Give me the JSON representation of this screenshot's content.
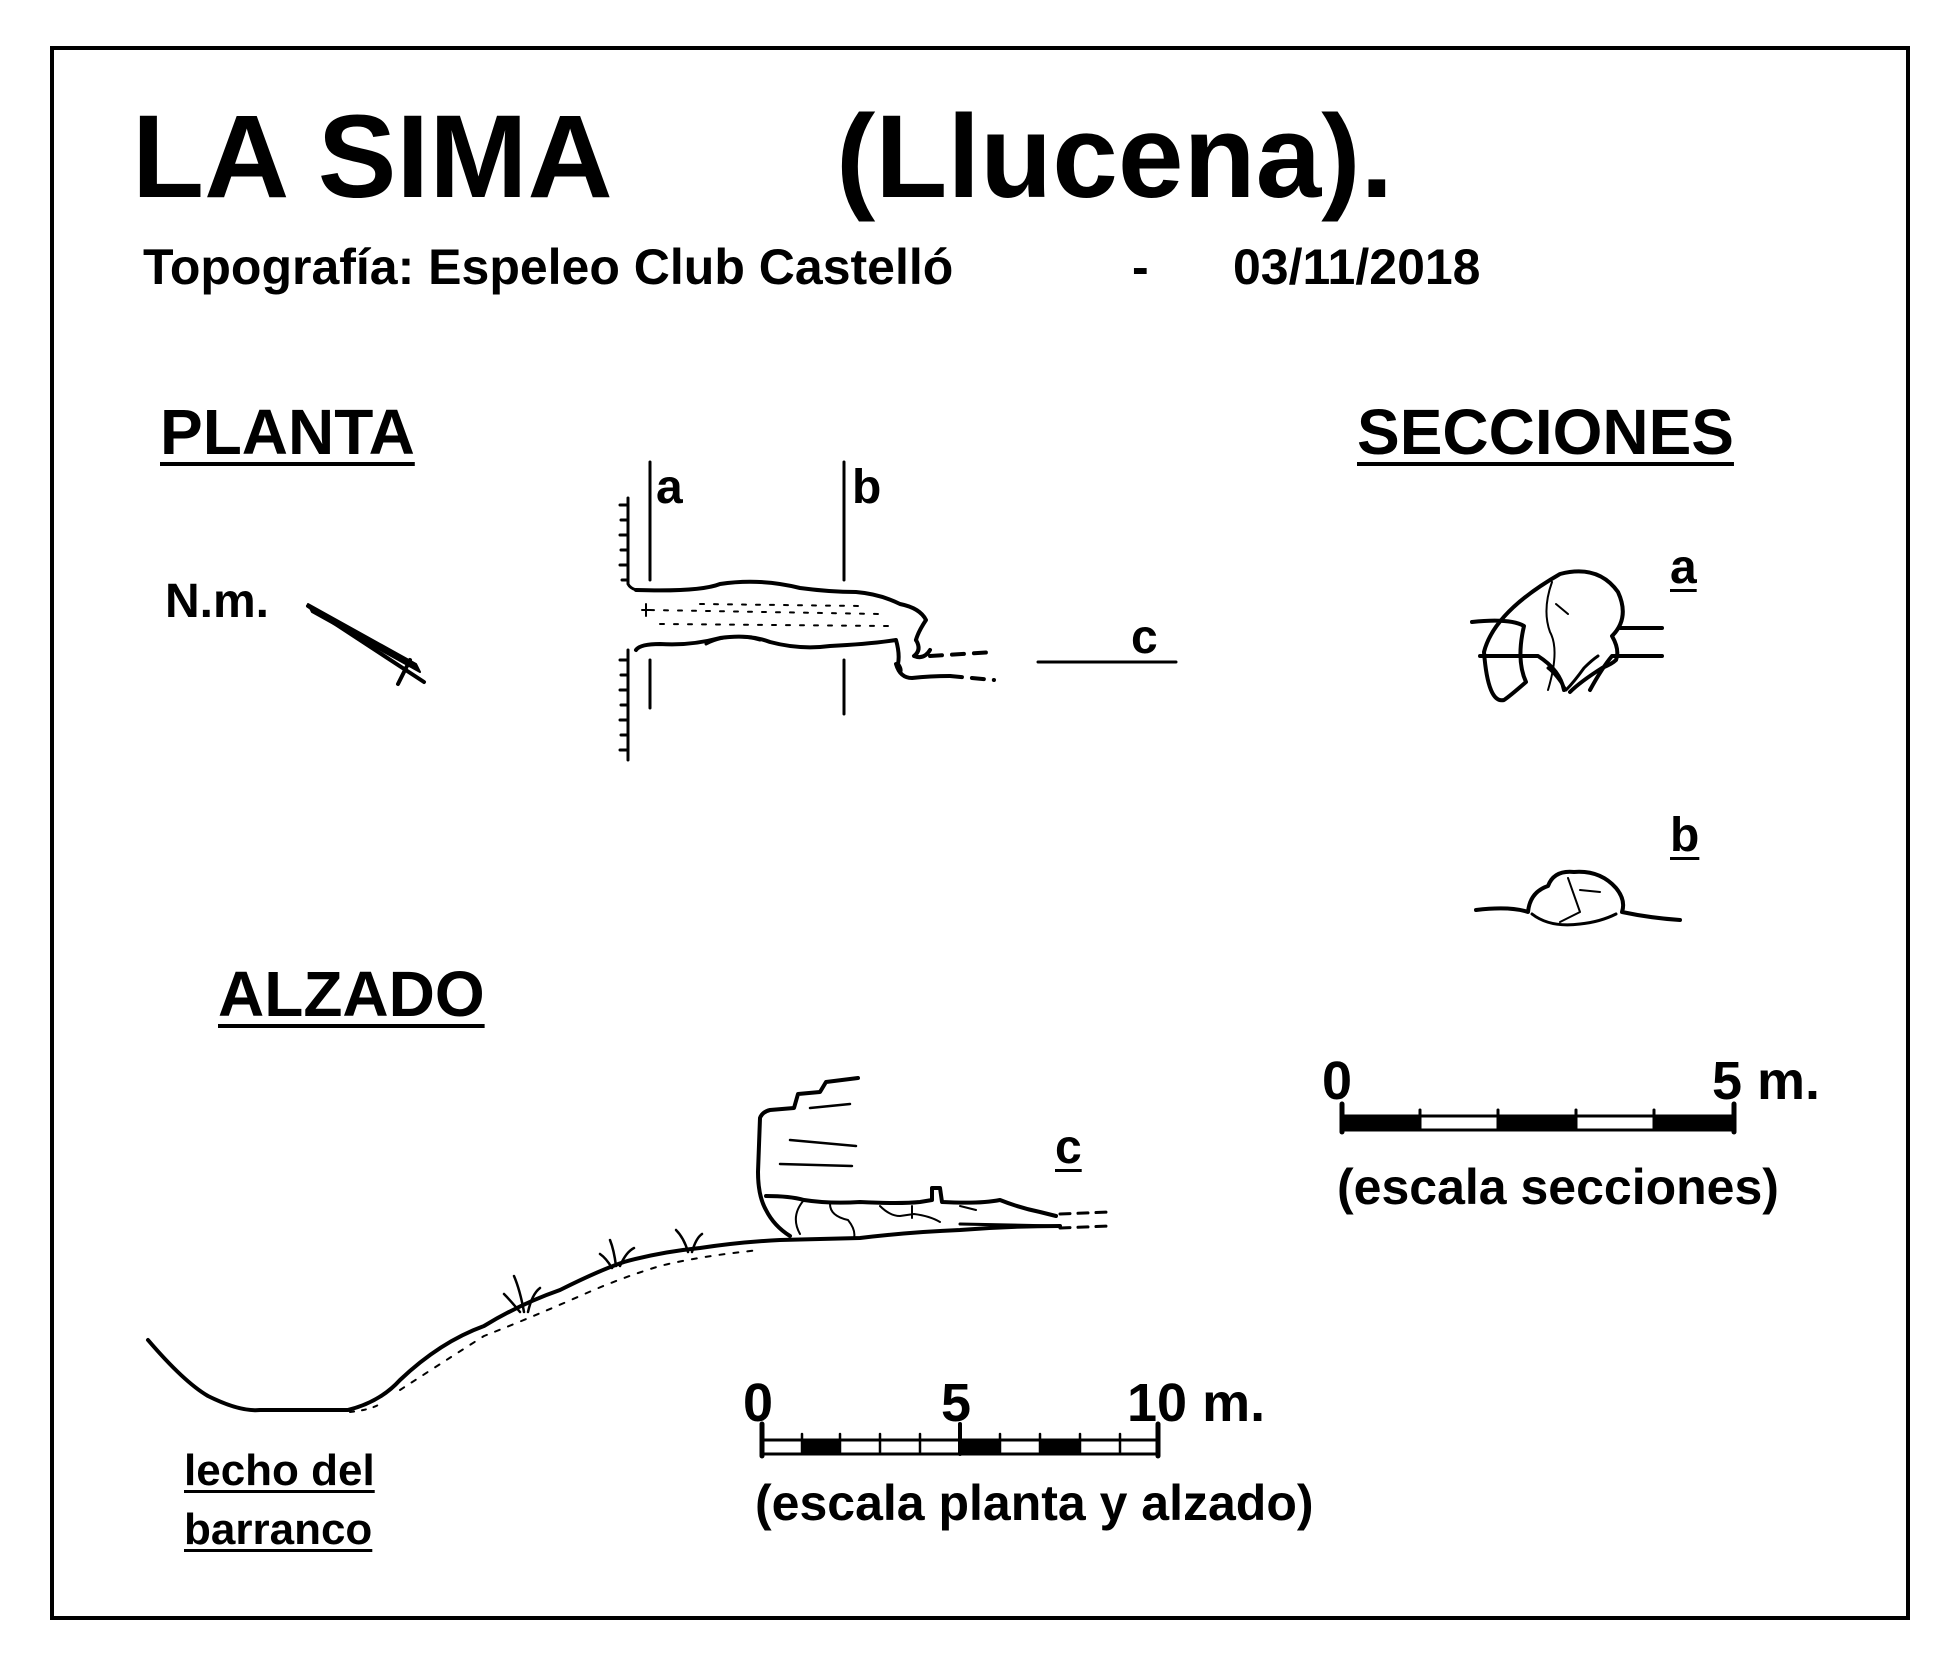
{
  "header": {
    "title_left": "LA  SIMA",
    "title_right": "(Llucena).",
    "credit": "Topografía:  Espeleo Club Castelló",
    "separator": "-",
    "date": "03/11/2018"
  },
  "plan": {
    "heading": "PLANTA",
    "north_label": "N.m.",
    "section_labels": [
      "a",
      "b",
      "c"
    ]
  },
  "sections": {
    "heading": "SECCIONES",
    "labels": [
      "a",
      "b"
    ],
    "scale": {
      "start": "0",
      "end": "5 m.",
      "caption": "(escala secciones)"
    }
  },
  "elevation": {
    "heading": "ALZADO",
    "section_label": "c",
    "riverbed_label": [
      "lecho  del",
      "barranco"
    ],
    "scale": {
      "start": "0",
      "mid": "5",
      "end": "10 m.",
      "caption": "(escala planta y alzado)"
    }
  },
  "colors": {
    "ink": "#000000",
    "paper": "#ffffff"
  }
}
